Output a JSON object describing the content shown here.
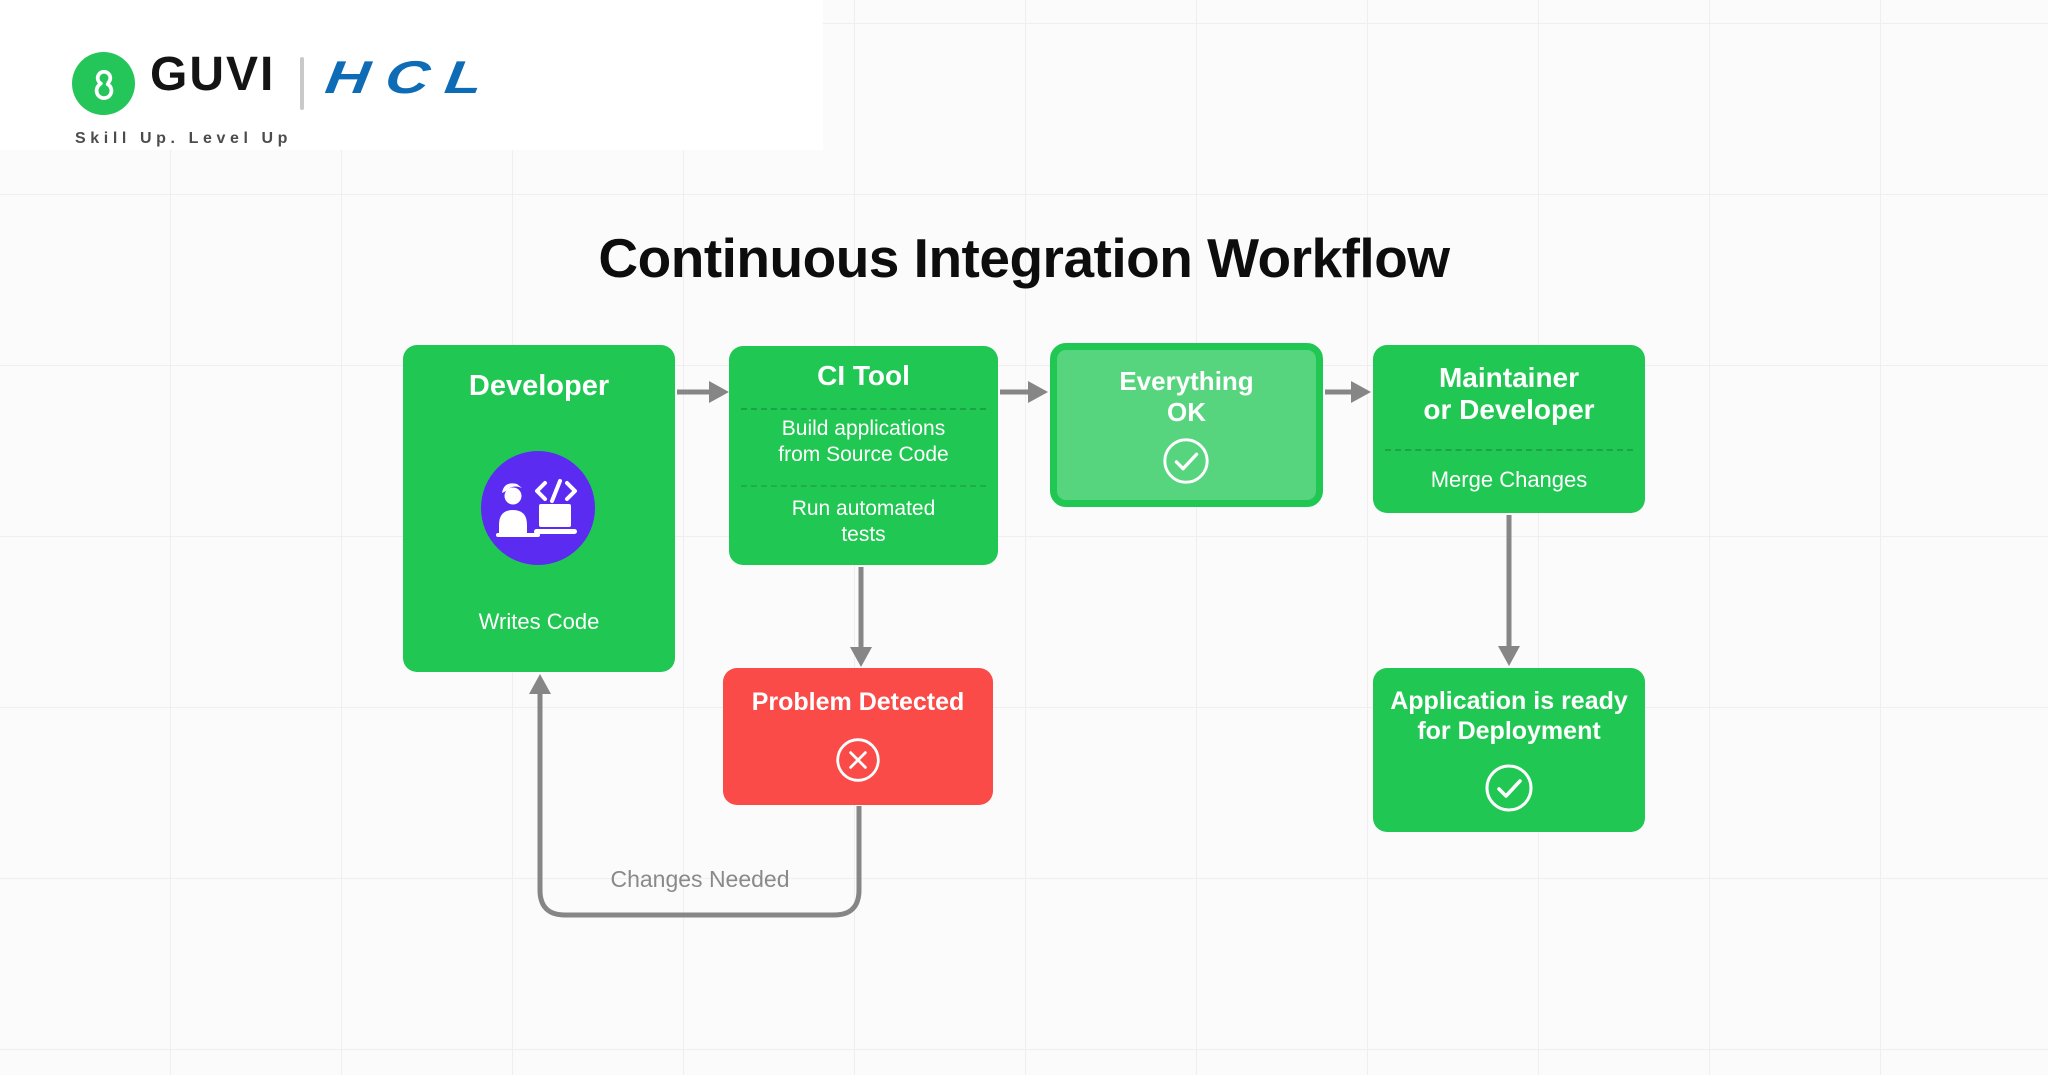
{
  "brand": {
    "name": "GUVI",
    "partner": "HCL",
    "tagline": "Skill Up. Level Up",
    "logo_icon": "guvi-g-monogram"
  },
  "title": "Continuous Integration Workflow",
  "nodes": {
    "developer": {
      "title": "Developer",
      "icon": "person-coding-on-laptop-icon",
      "subtitle": "Writes Code"
    },
    "ci_tool": {
      "title": "CI Tool",
      "body1_lines": [
        "Build applications",
        "from Source Code"
      ],
      "body2_lines": [
        "Run automated",
        "tests"
      ]
    },
    "everything_ok": {
      "title_lines": [
        "Everything",
        "OK"
      ],
      "icon": "check-circle-icon"
    },
    "maintainer": {
      "title_lines": [
        "Maintainer",
        "or Developer"
      ],
      "subtitle": "Merge Changes"
    },
    "problem": {
      "title": "Problem Detected",
      "icon": "cross-circle-icon"
    },
    "deployment": {
      "title_lines": [
        "Application is ready",
        "for Deployment"
      ],
      "icon": "check-circle-icon"
    }
  },
  "edges": [
    {
      "from": "developer",
      "to": "ci-tool"
    },
    {
      "from": "ci-tool",
      "to": "everything-ok"
    },
    {
      "from": "everything-ok",
      "to": "maintainer-or-developer"
    },
    {
      "from": "ci-tool",
      "to": "problem-detected"
    },
    {
      "from": "maintainer-or-developer",
      "to": "application-ready"
    },
    {
      "from": "problem-detected",
      "to": "developer",
      "label": "Changes Needed"
    }
  ],
  "colors": {
    "canvas": "#fbfbfb",
    "grid_line": "#efefef",
    "node_green": "#20c853",
    "node_green_light": "#57d57e",
    "node_red": "#fa4b49",
    "icon_purple": "#5c2bf2",
    "arrow_gray": "#868686",
    "guvi_green": "#25c659",
    "hcl_blue": "#0e6cb6",
    "title_black": "#0d0d0d",
    "tagline_gray": "#4c4c4c",
    "edge_label_gray": "#8a8a8a"
  }
}
